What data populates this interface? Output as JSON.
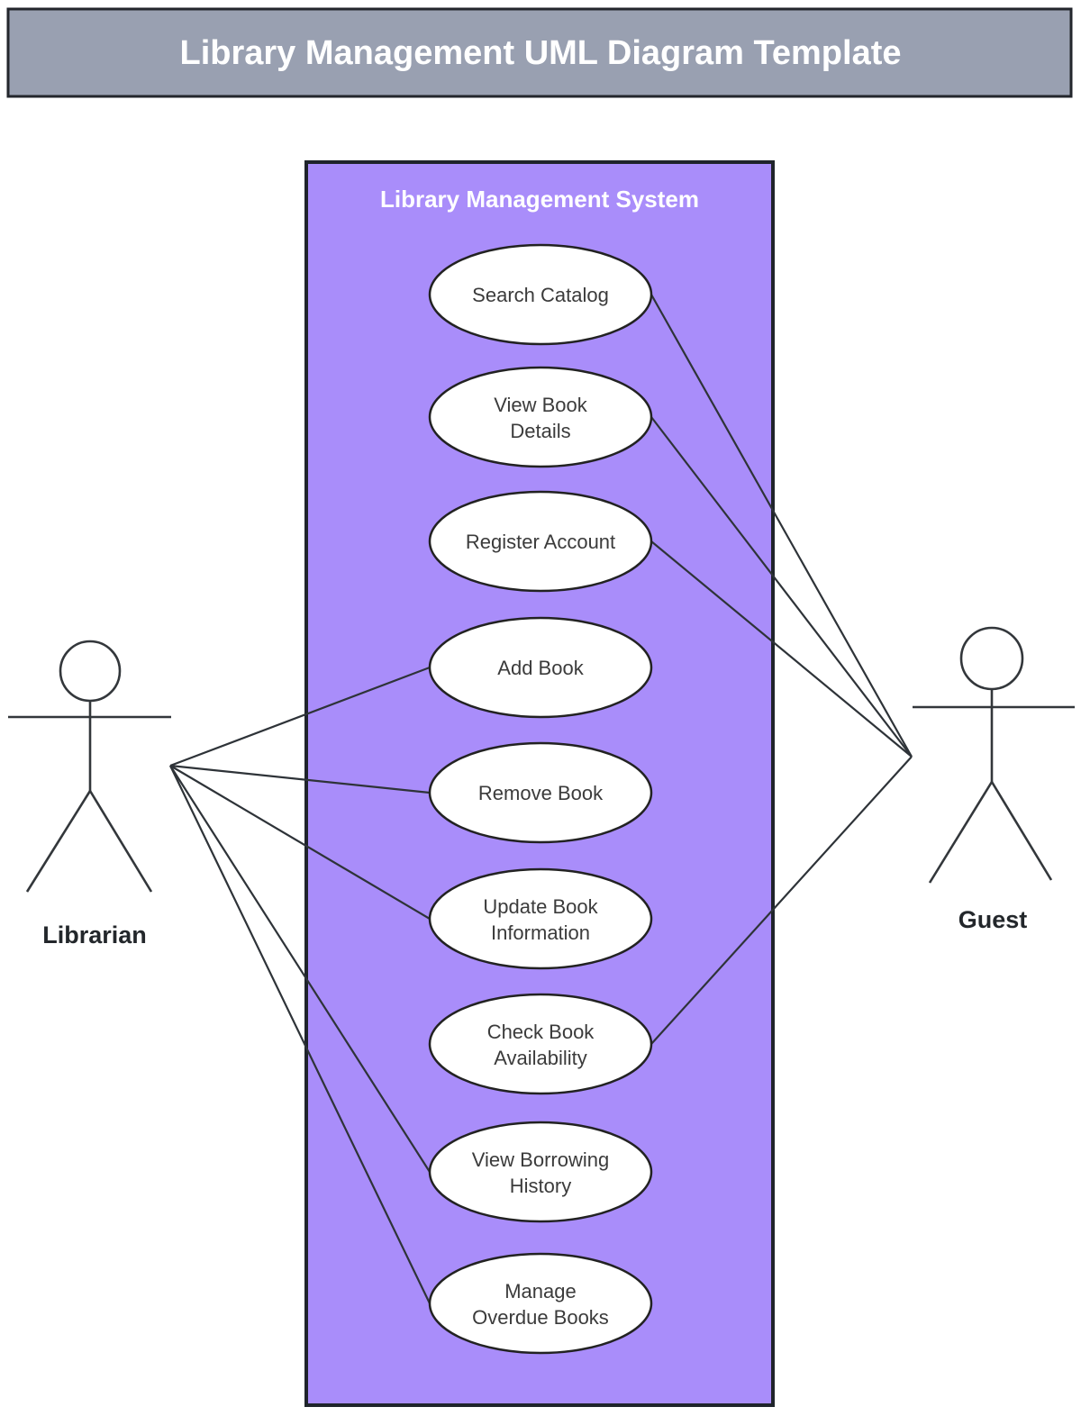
{
  "title": "Library Management UML Diagram Template",
  "system": {
    "name": "Library Management System",
    "use_cases": [
      {
        "id": "search-catalog",
        "label": "Search Catalog",
        "lines": [
          "Search Catalog"
        ]
      },
      {
        "id": "view-book-details",
        "label": "View Book Details",
        "lines": [
          "View Book",
          "Details"
        ]
      },
      {
        "id": "register-account",
        "label": "Register Account",
        "lines": [
          "Register Account"
        ]
      },
      {
        "id": "add-book",
        "label": "Add Book",
        "lines": [
          "Add Book"
        ]
      },
      {
        "id": "remove-book",
        "label": "Remove Book",
        "lines": [
          "Remove Book"
        ]
      },
      {
        "id": "update-book-information",
        "label": "Update Book Information",
        "lines": [
          "Update Book",
          "Information"
        ]
      },
      {
        "id": "check-book-availability",
        "label": "Check Book Availability",
        "lines": [
          "Check Book",
          "Availability"
        ]
      },
      {
        "id": "view-borrowing-history",
        "label": "View Borrowing History",
        "lines": [
          "View Borrowing",
          "History"
        ]
      },
      {
        "id": "manage-overdue-books",
        "label": "Manage Overdue Books",
        "lines": [
          "Manage",
          "Overdue Books"
        ]
      }
    ]
  },
  "actors": [
    {
      "id": "librarian",
      "name": "Librarian"
    },
    {
      "id": "guest",
      "name": "Guest"
    }
  ],
  "associations": [
    {
      "actor": "Librarian",
      "use_case": "Add Book"
    },
    {
      "actor": "Librarian",
      "use_case": "Remove Book"
    },
    {
      "actor": "Librarian",
      "use_case": "Update Book Information"
    },
    {
      "actor": "Librarian",
      "use_case": "View Borrowing History"
    },
    {
      "actor": "Librarian",
      "use_case": "Manage Overdue Books"
    },
    {
      "actor": "Guest",
      "use_case": "Search Catalog"
    },
    {
      "actor": "Guest",
      "use_case": "View Book Details"
    },
    {
      "actor": "Guest",
      "use_case": "Register Account"
    },
    {
      "actor": "Guest",
      "use_case": "Check Book Availability"
    }
  ],
  "colors": {
    "title_bar_fill": "#99A0B1",
    "title_text": "#FFFFFF",
    "system_fill": "#A98DFA",
    "system_border": "#1F242B",
    "system_title_text": "#FFFFFF",
    "usecase_fill": "#FFFFFF",
    "usecase_stroke": "#222222",
    "usecase_text": "#3B3B3B",
    "connector": "#2E3338",
    "actor_stroke": "#33373B",
    "actor_label_text": "#23272B",
    "page_background": "#FFFFFF"
  }
}
